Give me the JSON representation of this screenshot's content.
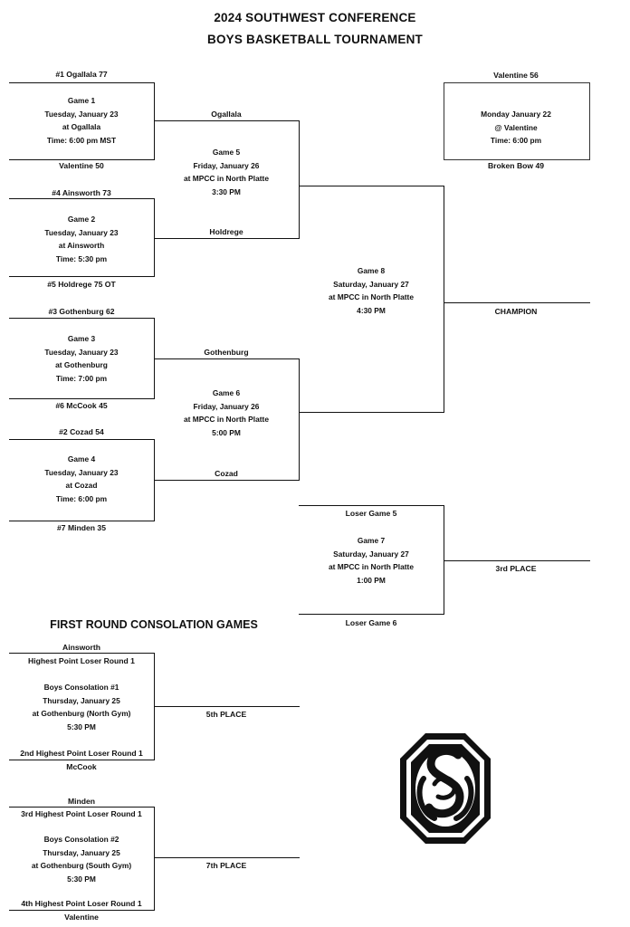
{
  "title": {
    "line1": "2024 SOUTHWEST CONFERENCE",
    "line2": "BOYS BASKETBALL TOURNAMENT"
  },
  "first_round": {
    "game1": {
      "top_team": "#1 Ogallala   77",
      "bottom_team": "Valentine   50",
      "lines": [
        "Game 1",
        "Tuesday, January 23",
        "at Ogallala",
        "Time: 6:00 pm MST"
      ],
      "winner": "Ogallala"
    },
    "game2": {
      "top_team": "#4 Ainsworth   73",
      "bottom_team": "#5 Holdrege  75  OT",
      "lines": [
        "Game 2",
        "Tuesday, January 23",
        "at Ainsworth",
        "Time: 5:30 pm"
      ],
      "winner": "Holdrege"
    },
    "game3": {
      "top_team": "#3 Gothenburg   62",
      "bottom_team": "#6 McCook   45",
      "lines": [
        "Game 3",
        "Tuesday, January 23",
        "at Gothenburg",
        "Time: 7:00 pm"
      ],
      "winner": "Gothenburg"
    },
    "game4": {
      "top_team": "#2 Cozad   54",
      "bottom_team": "#7 Minden   35",
      "lines": [
        "Game 4",
        "Tuesday, January 23",
        "at Cozad",
        "Time: 6:00 pm"
      ],
      "winner": "Cozad"
    }
  },
  "semifinals": {
    "game5": {
      "lines": [
        "Game 5",
        "Friday, January 26",
        "at MPCC in North Platte",
        "3:30 PM"
      ]
    },
    "game6": {
      "lines": [
        "Game 6",
        "Friday, January 26",
        "at MPCC in North Platte",
        "5:00 PM"
      ]
    }
  },
  "final": {
    "game8": {
      "lines": [
        "Game 8",
        "Saturday, January 27",
        "at MPCC in North Platte",
        "4:30 PM"
      ]
    },
    "champion_label": "CHAMPION"
  },
  "third_place": {
    "top_team": "Loser Game 5",
    "bottom_team": "Loser Game 6",
    "lines": [
      "Game 7",
      "Saturday, January 27",
      "at MPCC in North Platte",
      "1:00 PM"
    ],
    "result_label": "3rd PLACE"
  },
  "play_in": {
    "top_team": "Valentine   56",
    "bottom_team": "Broken Bow   49",
    "lines": [
      "Monday January 22",
      "@ Valentine",
      "Time: 6:00 pm"
    ]
  },
  "consolation": {
    "title": "FIRST ROUND CONSOLATION GAMES",
    "game1": {
      "top_team": "Ainsworth",
      "top_seed": "Highest Point Loser Round 1",
      "lines": [
        "Boys Consolation #1",
        "Thursday, January 25",
        "at Gothenburg (North Gym)",
        "5:30 PM"
      ],
      "bottom_seed": "2nd Highest Point Loser Round 1",
      "bottom_team": "McCook",
      "result_label": "5th PLACE"
    },
    "game2": {
      "top_team": "Minden",
      "top_seed": "3rd Highest Point Loser Round 1",
      "lines": [
        "Boys Consolation #2",
        "Thursday, January 25",
        "at Gothenburg (South Gym)",
        "5:30 PM"
      ],
      "bottom_seed": "4th Highest Point Loser Round 1",
      "bottom_team": "Valentine",
      "result_label": "7th PLACE"
    }
  }
}
